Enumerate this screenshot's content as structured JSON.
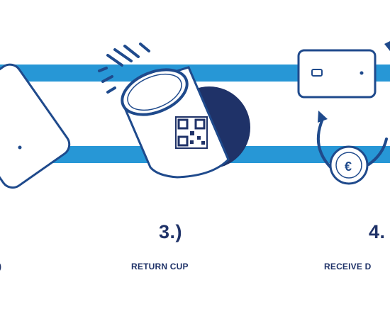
{
  "steps": [
    {
      "number": "",
      "caption": ")"
    },
    {
      "number": "3.)",
      "caption": "RETURN CUP"
    },
    {
      "number": "4.",
      "caption": "RECEIVE D"
    }
  ],
  "icons": [
    "phone-icon",
    "cup-qr-icon",
    "card-icon",
    "coin-icon"
  ],
  "colors": {
    "navy": "#1f3268",
    "band": "#2797d6",
    "outline": "#1f4a8c"
  }
}
